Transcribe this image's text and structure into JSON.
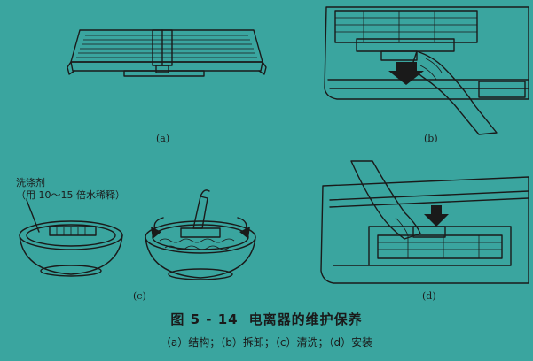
{
  "panels": {
    "a_label": "(a)",
    "b_label": "(b)",
    "c_label": "(c)",
    "d_label": "(d)"
  },
  "detergent_note": {
    "line1": "洗涤剂",
    "line2": "（用 10～15 倍水稀释）"
  },
  "figure": {
    "number": "图 5 - 14",
    "title": "电离器的维护保养",
    "subtitle": "（a）结构；（b）拆卸；（c）清洗；（d）安装"
  },
  "colors": {
    "background": "#3aa59f",
    "ink": "#1a1a1a"
  }
}
